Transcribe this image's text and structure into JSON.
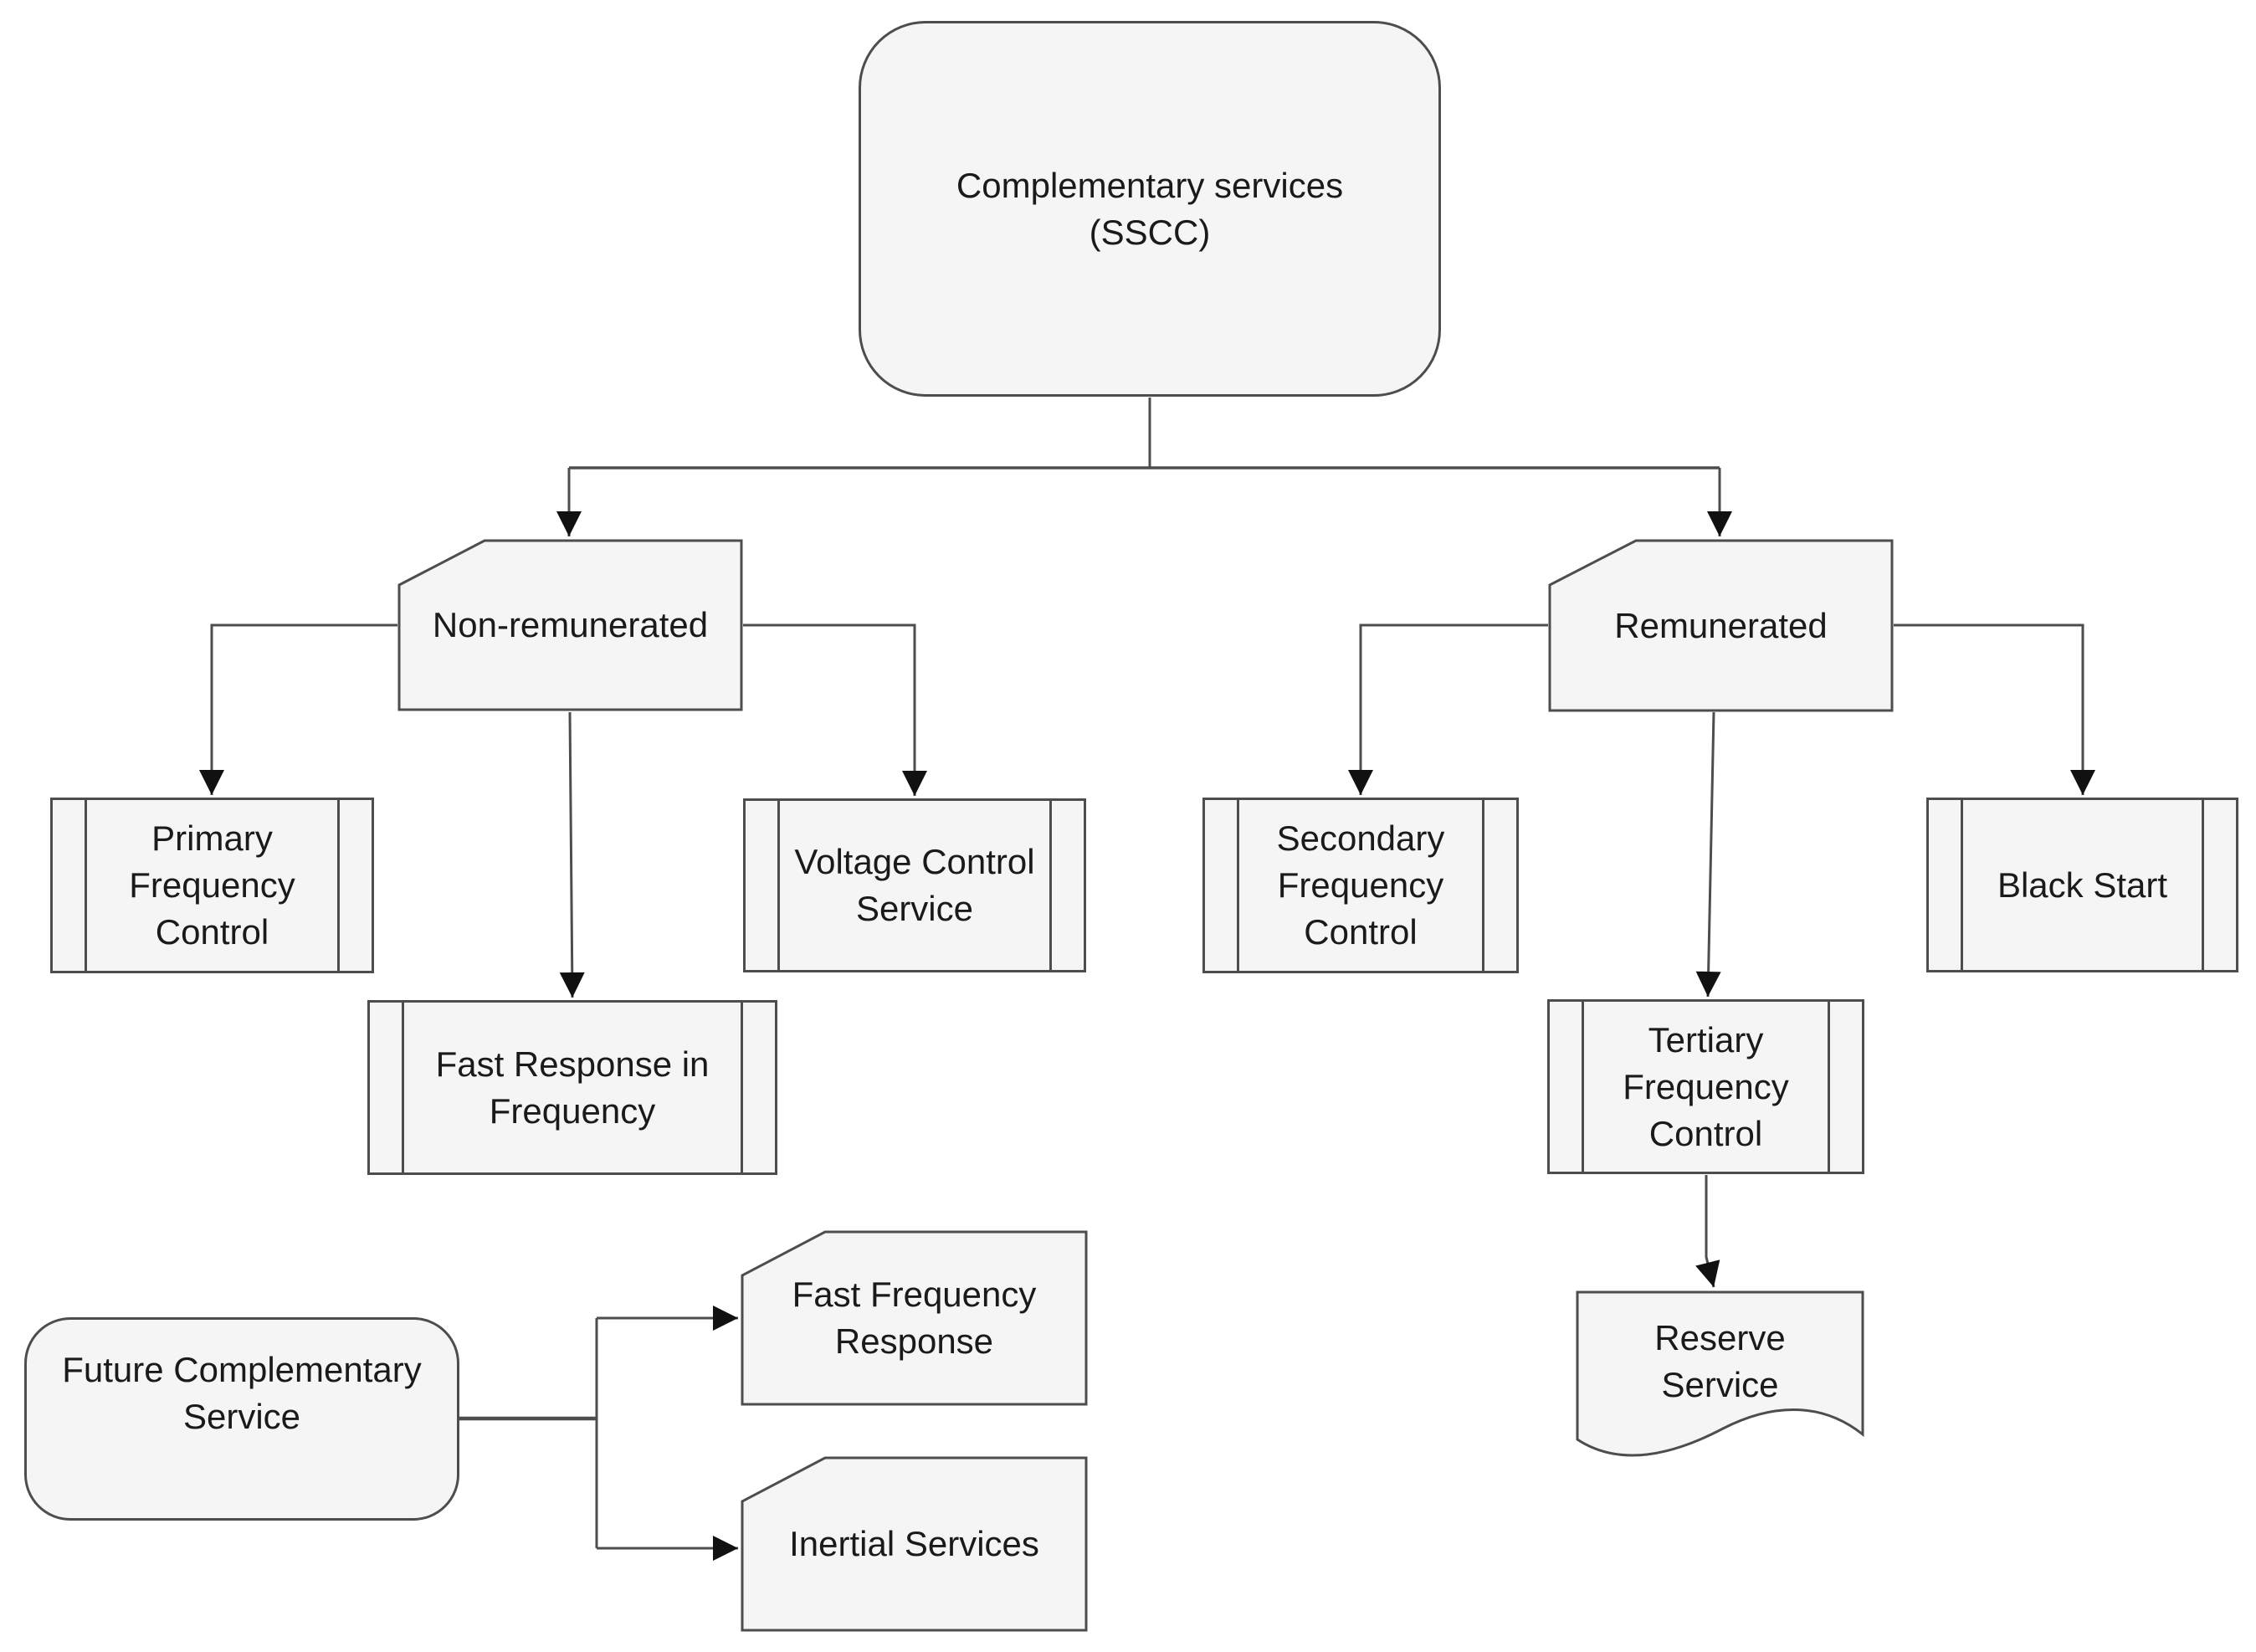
{
  "colors": {
    "background": "#ffffff",
    "node_fill": "#f5f5f5",
    "node_border": "#4d4d4d",
    "connector": "#4d4d4d",
    "arrowhead": "#111111",
    "text": "#1a1a1a"
  },
  "nodes": {
    "sscc": {
      "label": "Complementary services\n(SSCC)",
      "shape": "rounded-rectangle"
    },
    "non_remunerated": {
      "label": "Non-remunerated",
      "shape": "card"
    },
    "remunerated": {
      "label": "Remunerated",
      "shape": "card"
    },
    "primary_frequency_control": {
      "label": "Primary\nFrequency\nControl",
      "shape": "predefined-process"
    },
    "fast_response_in_frequency": {
      "label": "Fast Response in\nFrequency",
      "shape": "predefined-process"
    },
    "voltage_control_service": {
      "label": "Voltage Control\nService",
      "shape": "predefined-process"
    },
    "secondary_frequency_control": {
      "label": "Secondary\nFrequency\nControl",
      "shape": "predefined-process"
    },
    "tertiary_frequency_control": {
      "label": "Tertiary\nFrequency\nControl",
      "shape": "predefined-process"
    },
    "black_start": {
      "label": "Black Start",
      "shape": "predefined-process"
    },
    "reserve_service": {
      "label": "Reserve\nService",
      "shape": "document"
    },
    "future_complementary_service": {
      "label": "Future Complementary\nService",
      "shape": "rounded-rectangle"
    },
    "fast_frequency_response": {
      "label": "Fast Frequency\nResponse",
      "shape": "card"
    },
    "inertial_services": {
      "label": "Inertial Services",
      "shape": "card"
    }
  },
  "edges": [
    {
      "from": "sscc",
      "to": "non_remunerated"
    },
    {
      "from": "sscc",
      "to": "remunerated"
    },
    {
      "from": "non_remunerated",
      "to": "primary_frequency_control"
    },
    {
      "from": "non_remunerated",
      "to": "fast_response_in_frequency"
    },
    {
      "from": "non_remunerated",
      "to": "voltage_control_service"
    },
    {
      "from": "remunerated",
      "to": "secondary_frequency_control"
    },
    {
      "from": "remunerated",
      "to": "tertiary_frequency_control"
    },
    {
      "from": "remunerated",
      "to": "black_start"
    },
    {
      "from": "tertiary_frequency_control",
      "to": "reserve_service"
    },
    {
      "from": "future_complementary_service",
      "to": "fast_frequency_response"
    },
    {
      "from": "future_complementary_service",
      "to": "inertial_services"
    }
  ]
}
